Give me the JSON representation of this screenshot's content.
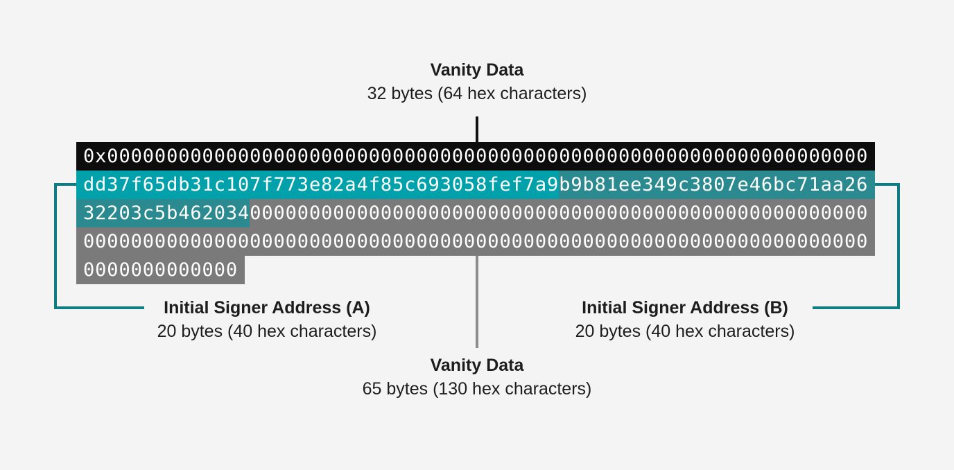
{
  "diagram": {
    "top_label": {
      "title": "Vanity Data",
      "subtitle": "32 bytes (64 hex characters)"
    },
    "signer_a_label": {
      "title": "Initial Signer Address (A)",
      "subtitle": "20 bytes (40 hex characters)"
    },
    "signer_b_label": {
      "title": "Initial Signer Address (B)",
      "subtitle": "20 bytes (40 hex characters)"
    },
    "bottom_label": {
      "title": "Vanity Data",
      "subtitle": "65 bytes (130 hex characters)"
    }
  },
  "hex_rows": {
    "row1": "0x0000000000000000000000000000000000000000000000000000000000000000",
    "row2_signer_a": "dd37f65db31c107f773e82a4f85c693058fef7a9",
    "row2_signer_b_part1": "b9b81ee349c3807e46bc71aa26",
    "row3_signer_b_part2": "32203c5b462034",
    "row3_zeros": "0000000000000000000000000000000000000000000000000000",
    "row4_zeros": "000000000000000000000000000000000000000000000000000000000000000000",
    "row5_zeros": "0000000000000"
  },
  "colors": {
    "background": "#f4f4f5",
    "black_row": "#0d0d0d",
    "teal_signer_a": "#00a1ab",
    "teal_signer_b": "#2a8a90",
    "gray_zero_row": "#7a7a7a",
    "bracket_teal": "#0f7b82",
    "top_connector_black": "#111111",
    "center_connector_gray": "#8c8c8c",
    "label_text": "#1d1d1d",
    "hex_text": "#ffffff"
  }
}
